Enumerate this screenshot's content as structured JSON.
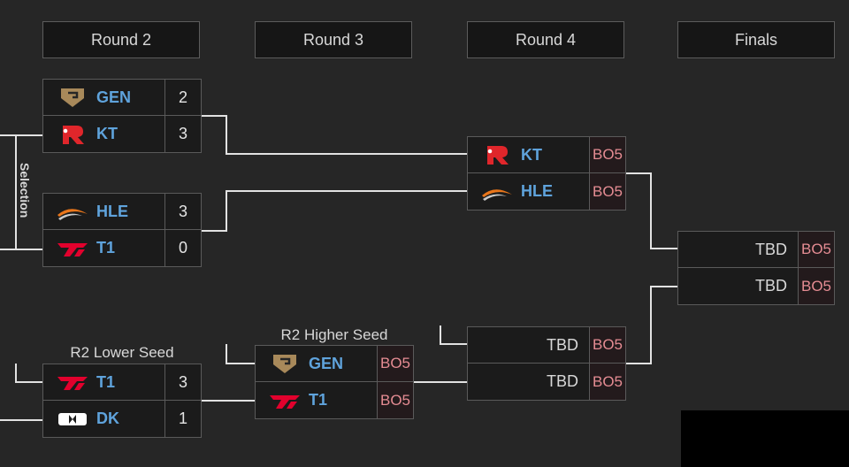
{
  "headers": [
    "Round 2",
    "Round 3",
    "Round 4",
    "Finals"
  ],
  "labels": {
    "selection": "Selection",
    "r2_lower_seed": "R2 Lower Seed",
    "r2_higher_seed": "R2 Higher Seed"
  },
  "matches": {
    "r2_top": [
      {
        "team": "GEN",
        "score": "2",
        "logo": "gen-logo-icon"
      },
      {
        "team": "KT",
        "score": "3",
        "logo": "kt-logo-icon"
      }
    ],
    "r2_mid": [
      {
        "team": "HLE",
        "score": "3",
        "logo": "hle-logo-icon"
      },
      {
        "team": "T1",
        "score": "0",
        "logo": "t1-logo-icon"
      }
    ],
    "r2_bottom": [
      {
        "team": "T1",
        "score": "3",
        "logo": "t1-logo-icon"
      },
      {
        "team": "DK",
        "score": "1",
        "logo": "dk-logo-icon"
      }
    ],
    "r3": [
      {
        "team": "GEN",
        "score": "BO5",
        "logo": "gen-logo-icon"
      },
      {
        "team": "T1",
        "score": "BO5",
        "logo": "t1-logo-icon"
      }
    ],
    "r4_top": [
      {
        "team": "KT",
        "score": "BO5",
        "logo": "kt-logo-icon"
      },
      {
        "team": "HLE",
        "score": "BO5",
        "logo": "hle-logo-icon"
      }
    ],
    "r4_bottom": [
      {
        "team": "TBD",
        "score": "BO5"
      },
      {
        "team": "TBD",
        "score": "BO5"
      }
    ],
    "finals": [
      {
        "team": "TBD",
        "score": "BO5"
      },
      {
        "team": "TBD",
        "score": "BO5"
      }
    ]
  },
  "colors": {
    "background": "#262626",
    "team_name": "#5fa3dc",
    "bo5_text": "#e58c93",
    "connector": "#e2e2e2"
  }
}
